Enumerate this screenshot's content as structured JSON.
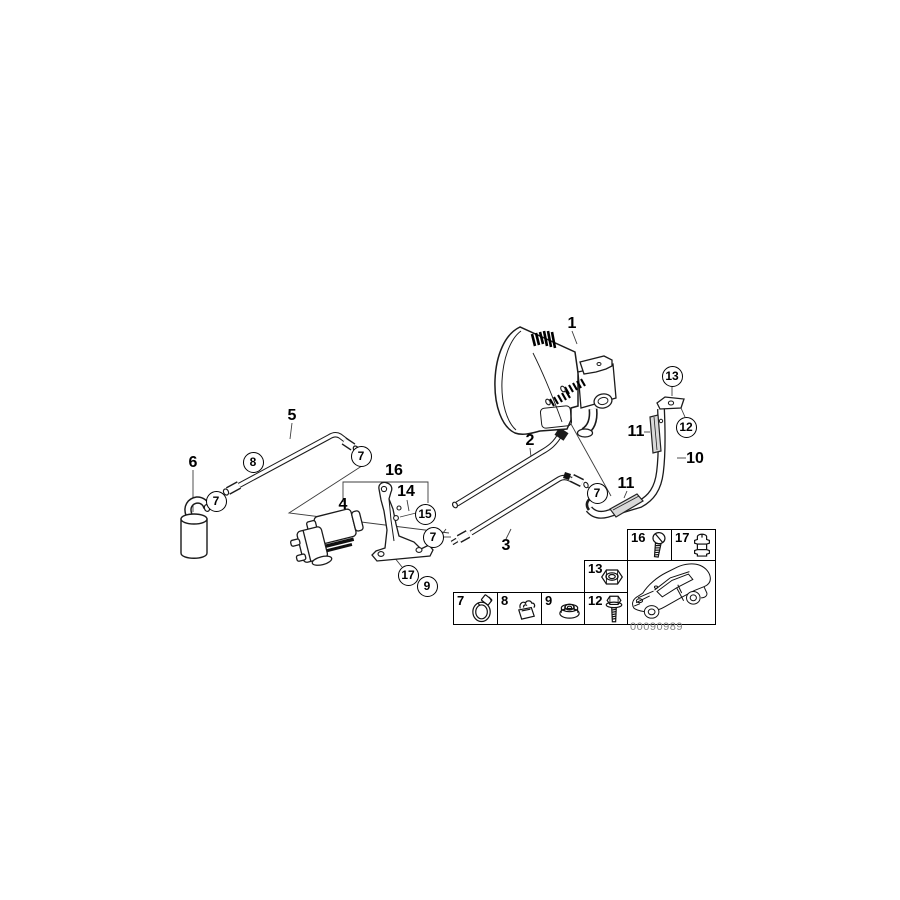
{
  "labels": {
    "l1": "1",
    "l2": "2",
    "l3": "3",
    "l4": "4",
    "l5": "5",
    "l6": "6",
    "l10": "10",
    "l11a": "11",
    "l11b": "11",
    "l14": "14",
    "l16": "16"
  },
  "callouts": {
    "c7a": "7",
    "c8": "8",
    "c7b": "7",
    "c15": "15",
    "c7c": "7",
    "c17": "17",
    "c9": "9",
    "c7d": "7",
    "c13": "13",
    "c12": "12"
  },
  "legend": {
    "n7": "7",
    "n8": "8",
    "n9": "9",
    "n12": "12",
    "n13": "13",
    "n16": "16",
    "n17": "17",
    "icons": {
      "n7": "hose-clamp",
      "n8": "pipe-clip",
      "n9": "flange-nut",
      "n12": "hex-bolt",
      "n13": "hex-nut",
      "n16": "slotted-screw",
      "n17": "rubber-grommet",
      "car": "car-silhouette"
    }
  },
  "footer": {
    "drawing_number": "00090989"
  },
  "colors": {
    "line": "#1b1b1b",
    "leader": "#3c3c3c",
    "pad_fill": "#d9d9d9",
    "muted_text": "#808080",
    "background": "#ffffff"
  }
}
